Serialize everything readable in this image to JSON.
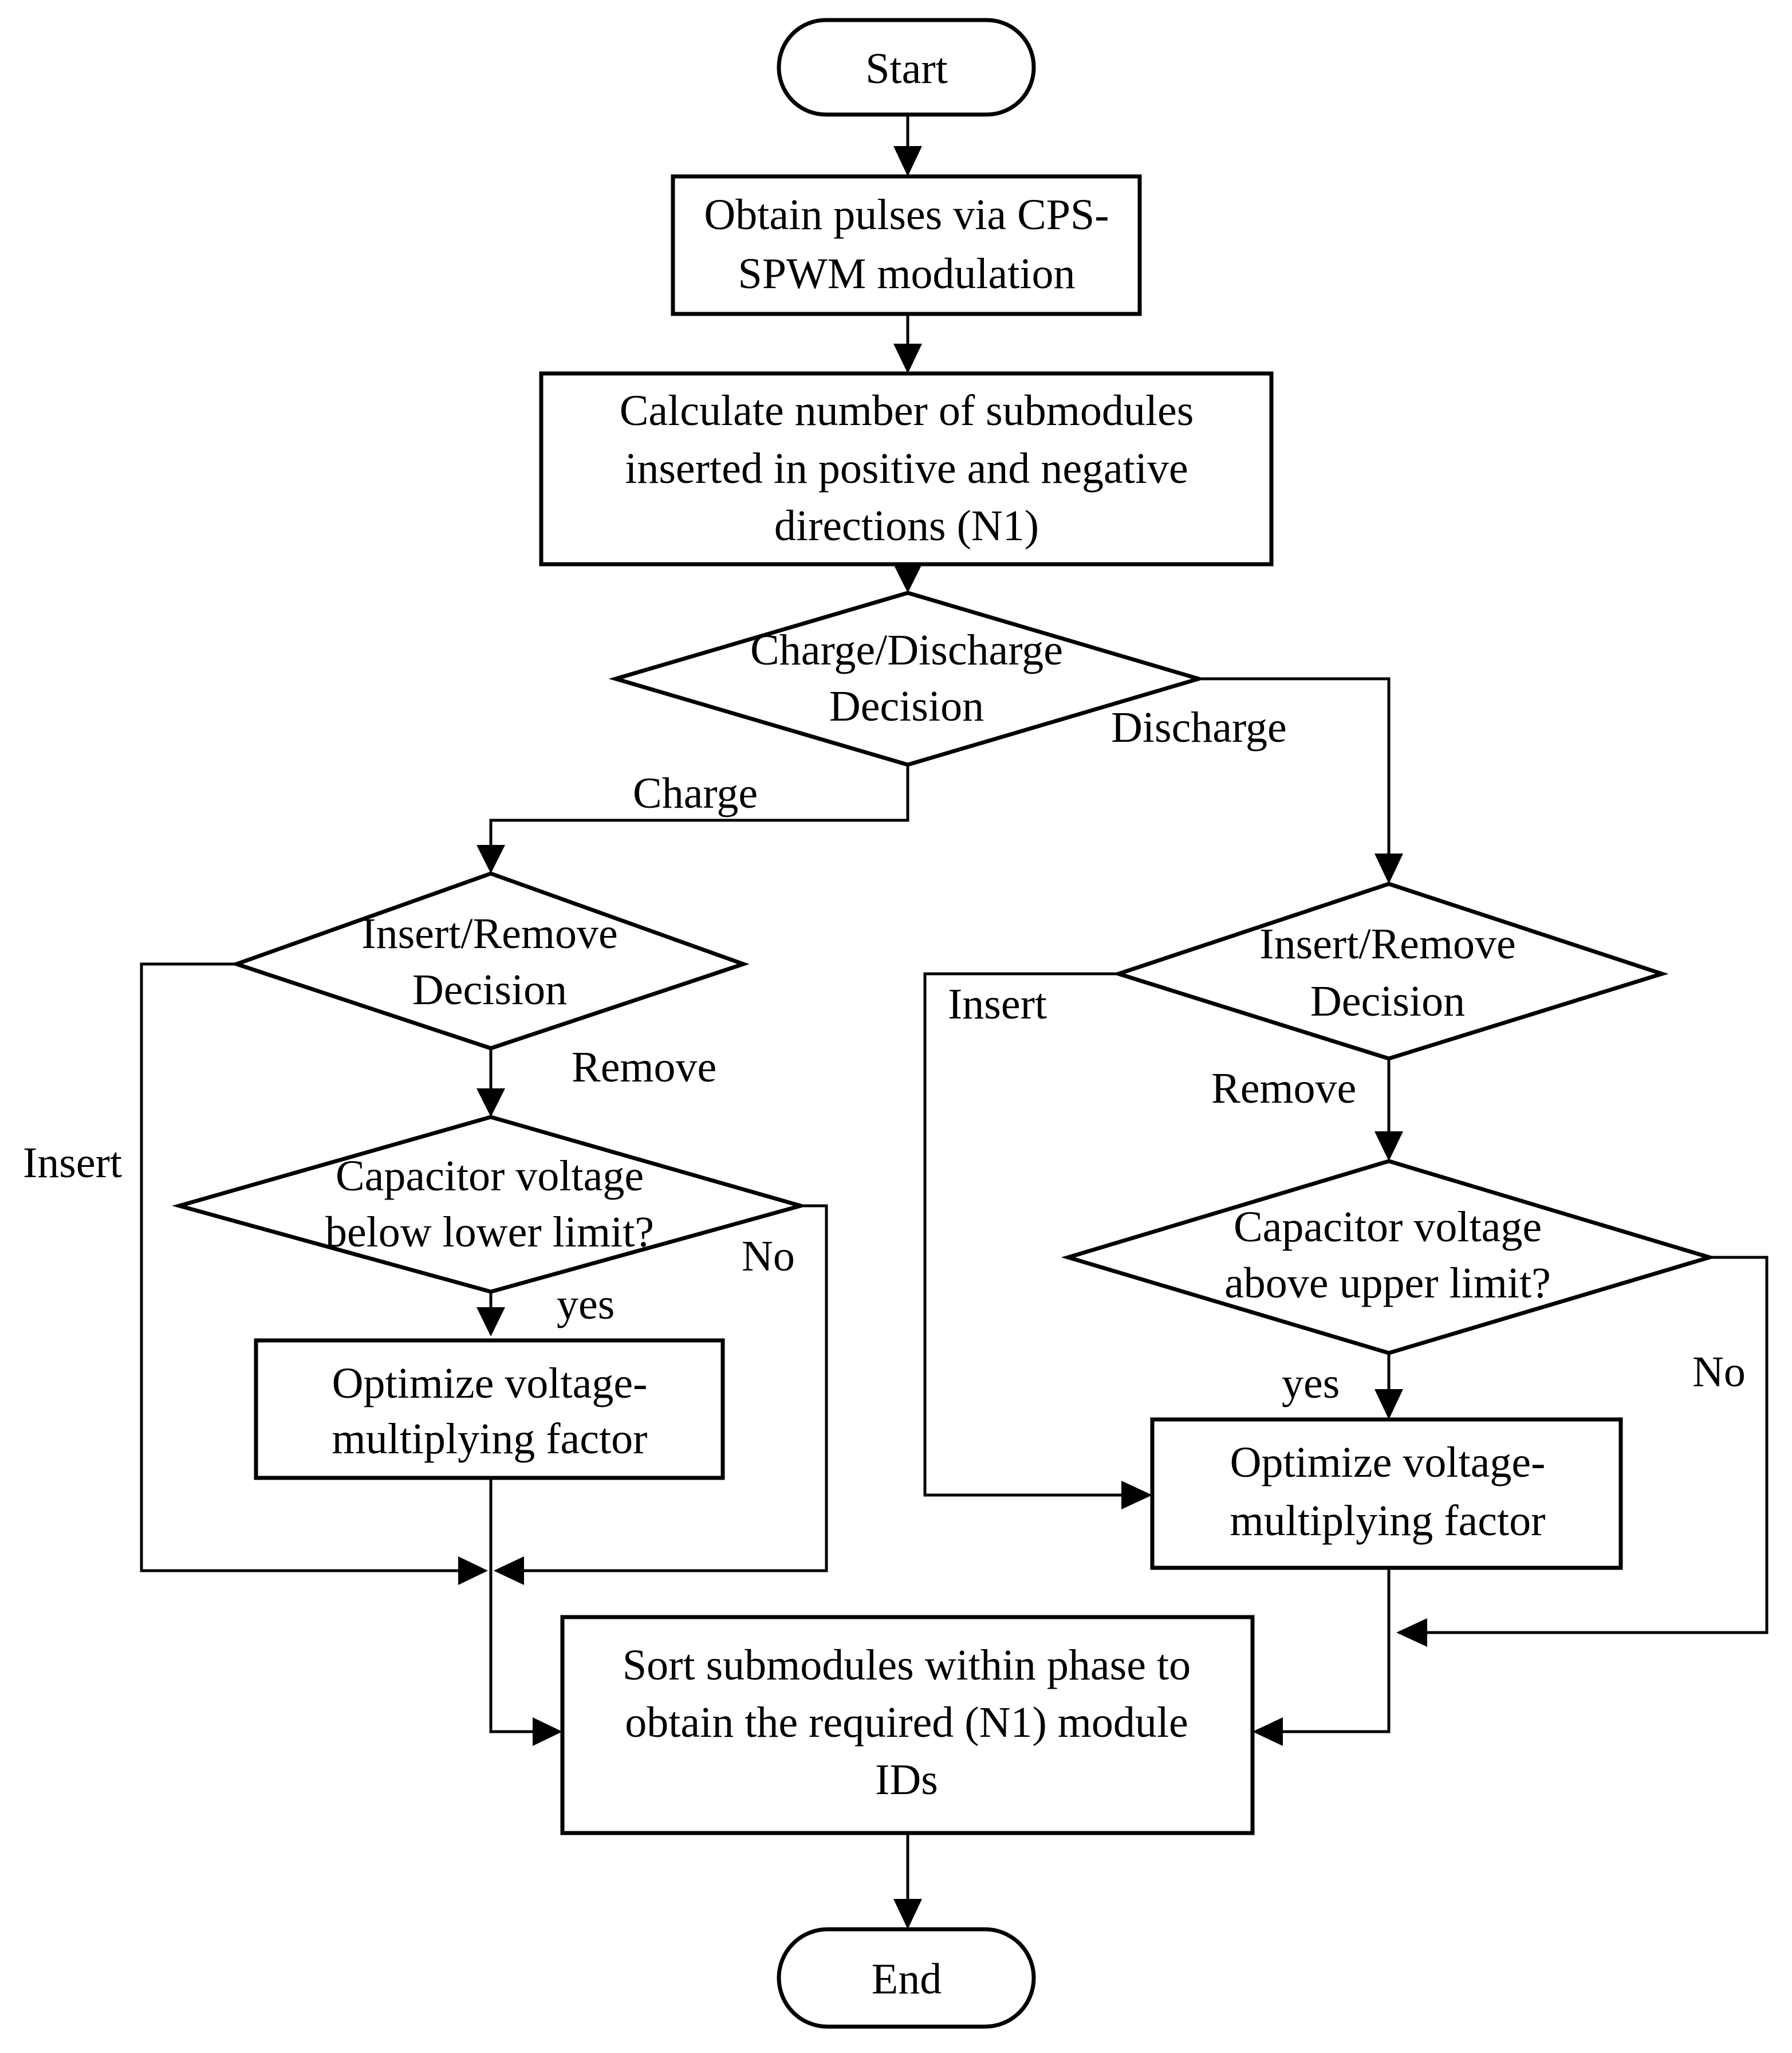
{
  "nodes": {
    "start": "Start",
    "obtain": [
      "Obtain pulses via CPS-",
      "SPWM modulation"
    ],
    "calculate": [
      "Calculate number of submodules",
      "inserted in positive and negative",
      "directions (N1)"
    ],
    "charge_discharge": [
      "Charge/Discharge",
      "Decision"
    ],
    "left_insert_remove": [
      "Insert/Remove",
      "Decision"
    ],
    "left_capacitor": [
      "Capacitor voltage",
      "below lower limit?"
    ],
    "left_optimize": [
      "Optimize voltage-",
      "multiplying factor"
    ],
    "right_insert_remove": [
      "Insert/Remove",
      "Decision"
    ],
    "right_capacitor": [
      "Capacitor voltage",
      "above upper limit?"
    ],
    "right_optimize": [
      "Optimize voltage-",
      "multiplying factor"
    ],
    "sort": [
      "Sort submodules within phase to",
      "obtain the required (N1) module",
      "IDs"
    ],
    "end": "End"
  },
  "edge_labels": {
    "discharge": "Discharge",
    "charge": "Charge",
    "left_remove": "Remove",
    "left_insert": "Insert",
    "left_no": "No",
    "left_yes": "yes",
    "right_insert": "Insert",
    "right_remove": "Remove",
    "right_yes": "yes",
    "right_no": "No"
  }
}
